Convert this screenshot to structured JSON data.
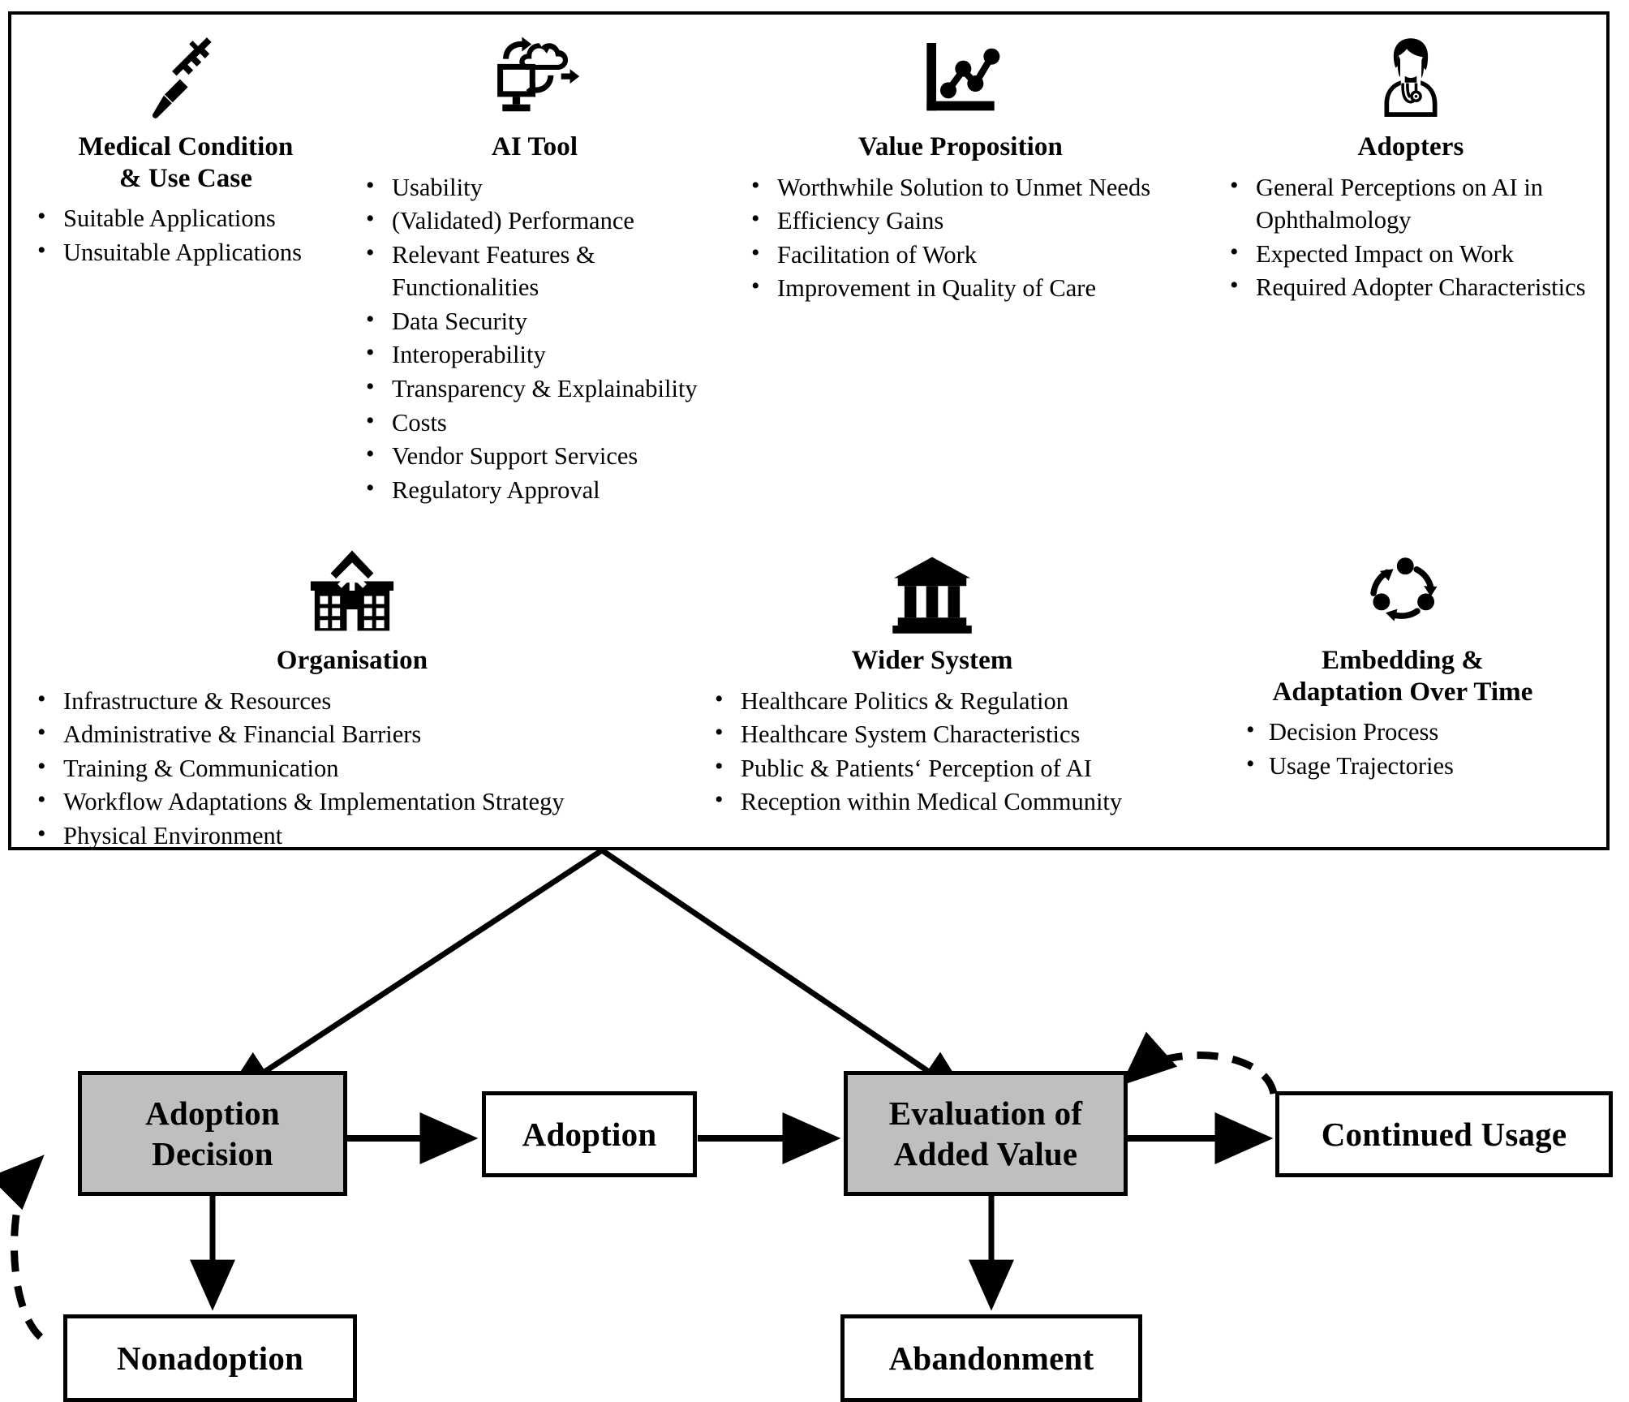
{
  "framework": {
    "panels": [
      {
        "id": "medical-condition",
        "icon": "syringe-icon",
        "title": "Medical Condition\n& Use Case",
        "title_lines": [
          "Medical Condition",
          "& Use Case"
        ],
        "items": [
          "Suitable Applications",
          "Unsuitable Applications"
        ]
      },
      {
        "id": "ai-tool",
        "icon": "computer-cloud-sync-icon",
        "title": "AI Tool",
        "title_lines": [
          "AI Tool"
        ],
        "items": [
          "Usability",
          "(Validated) Performance",
          "Relevant Features & Functionalities",
          "Data Security",
          "Interoperability",
          "Transparency & Explainability",
          "Costs",
          "Vendor Support Services",
          "Regulatory Approval"
        ]
      },
      {
        "id": "value-proposition",
        "icon": "line-chart-icon",
        "title": "Value Proposition",
        "title_lines": [
          "Value Proposition"
        ],
        "items": [
          "Worthwhile Solution to Unmet Needs",
          "Efficiency Gains",
          "Facilitation of Work",
          "Improvement in Quality of Care"
        ]
      },
      {
        "id": "adopters",
        "icon": "doctor-icon",
        "title": "Adopters",
        "title_lines": [
          "Adopters"
        ],
        "items": [
          "General Perceptions on AI in Ophthalmology",
          "Expected Impact on Work",
          "Required Adopter Characteristics"
        ]
      },
      {
        "id": "organisation",
        "icon": "hospital-icon",
        "title": "Organisation",
        "title_lines": [
          "Organisation"
        ],
        "items": [
          "Infrastructure & Resources",
          "Administrative & Financial Barriers",
          "Training & Communication",
          "Workflow Adaptations & Implementation Strategy",
          "Physical Environment"
        ]
      },
      {
        "id": "wider-system",
        "icon": "institution-icon",
        "title": "Wider System",
        "title_lines": [
          "Wider System"
        ],
        "items": [
          "Healthcare Politics & Regulation",
          "Healthcare System Characteristics",
          "Public & Patients‘ Perception of AI",
          "Reception within Medical Community"
        ]
      },
      {
        "id": "embedding-adaptation",
        "icon": "cycle-arrows-icon",
        "title": "Embedding & Adaptation Over Time",
        "title_lines": [
          "Embedding &",
          "Adaptation Over Time"
        ],
        "items": [
          "Decision Process",
          "Usage Trajectories"
        ]
      }
    ]
  },
  "flow": {
    "nodes": [
      {
        "id": "adoption-decision",
        "label_lines": [
          "Adoption",
          "Decision"
        ],
        "label": "Adoption Decision",
        "shaded": true
      },
      {
        "id": "adoption",
        "label_lines": [
          "Adoption"
        ],
        "label": "Adoption",
        "shaded": false
      },
      {
        "id": "evaluation-added-value",
        "label_lines": [
          "Evaluation of",
          "Added Value"
        ],
        "label": "Evaluation of Added Value",
        "shaded": true
      },
      {
        "id": "continued-usage",
        "label_lines": [
          "Continued Usage"
        ],
        "label": "Continued Usage",
        "shaded": false
      },
      {
        "id": "nonadoption",
        "label_lines": [
          "Nonadoption"
        ],
        "label": "Nonadoption",
        "shaded": false
      },
      {
        "id": "abandonment",
        "label_lines": [
          "Abandonment"
        ],
        "label": "Abandonment",
        "shaded": false
      }
    ]
  },
  "colors": {
    "shaded_node_fill": "#bfbfbf",
    "stroke": "#000000",
    "background": "#ffffff"
  }
}
